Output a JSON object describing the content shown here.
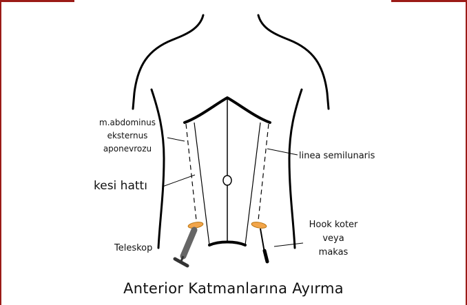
{
  "colors": {
    "frame": "#9b1b17",
    "stroke": "#000000",
    "incision_fill": "#f2a54a",
    "telescope": "#666666"
  },
  "labels": {
    "ext_line1": "m.abdominus",
    "ext_line2": "eksternus",
    "ext_line3": "aponevrozu",
    "incision_line": "kesi hattı",
    "linea": "linea semilunaris",
    "telescope": "Teleskop",
    "hook_line1": "Hook koter",
    "hook_line2": "veya",
    "hook_line3": "makas"
  },
  "title": "Anterior Katmanlarına Ayırma"
}
